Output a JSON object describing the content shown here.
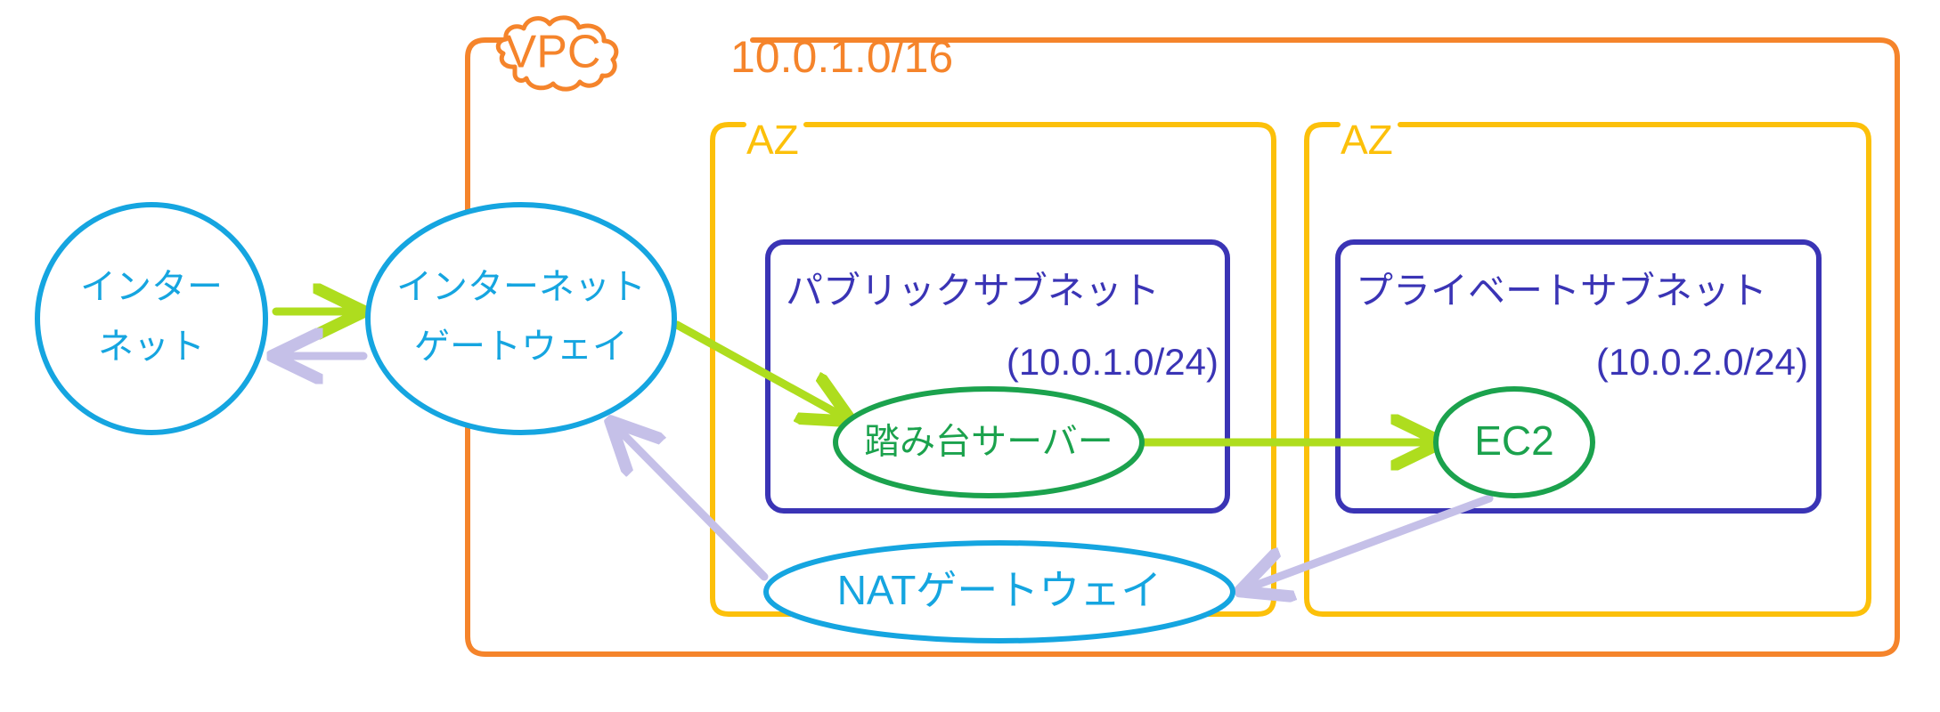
{
  "diagram": {
    "title": "AWS VPC network architecture",
    "colors": {
      "vpc_orange": "#F5842B",
      "az_yellow": "#FCC00A",
      "subnet_indigo": "#3A34B5",
      "node_cyan": "#15A5E0",
      "node_green": "#1BA24D",
      "arrow_green": "#AEDD1E",
      "arrow_lavender": "#C5C0E8",
      "background": "#FFFFFF"
    },
    "vpc": {
      "icon": "cloud-icon",
      "name": "VPC",
      "cidr": "10.0.1.0/16"
    },
    "availability_zones": [
      {
        "label": "AZ"
      },
      {
        "label": "AZ"
      }
    ],
    "subnets": [
      {
        "name": "パブリックサブネット",
        "cidr": "(10.0.1.0/24)"
      },
      {
        "name": "プライベートサブネット",
        "cidr": "(10.0.2.0/24)"
      }
    ],
    "nodes": {
      "internet": {
        "line1": "インター",
        "line2": "ネット",
        "shape": "circle"
      },
      "internet_gateway": {
        "line1": "インターネット",
        "line2": "ゲートウェイ",
        "shape": "ellipse"
      },
      "bastion": {
        "label": "踏み台サーバー",
        "shape": "ellipse"
      },
      "ec2": {
        "label": "EC2",
        "shape": "ellipse"
      },
      "nat_gateway": {
        "label": "NATゲートウェイ",
        "shape": "ellipse"
      }
    },
    "connections": [
      {
        "id": "internet-to-igw",
        "from": "internet",
        "to": "internet_gateway",
        "color": "#AEDD1E"
      },
      {
        "id": "igw-to-internet",
        "from": "internet_gateway",
        "to": "internet",
        "color": "#C5C0E8"
      },
      {
        "id": "igw-to-bastion",
        "from": "internet_gateway",
        "to": "bastion",
        "color": "#AEDD1E"
      },
      {
        "id": "bastion-to-ec2",
        "from": "bastion",
        "to": "ec2",
        "color": "#AEDD1E"
      },
      {
        "id": "ec2-to-nat",
        "from": "ec2",
        "to": "nat_gateway",
        "color": "#C5C0E8"
      },
      {
        "id": "nat-to-igw",
        "from": "nat_gateway",
        "to": "internet_gateway",
        "color": "#C5C0E8"
      }
    ]
  }
}
